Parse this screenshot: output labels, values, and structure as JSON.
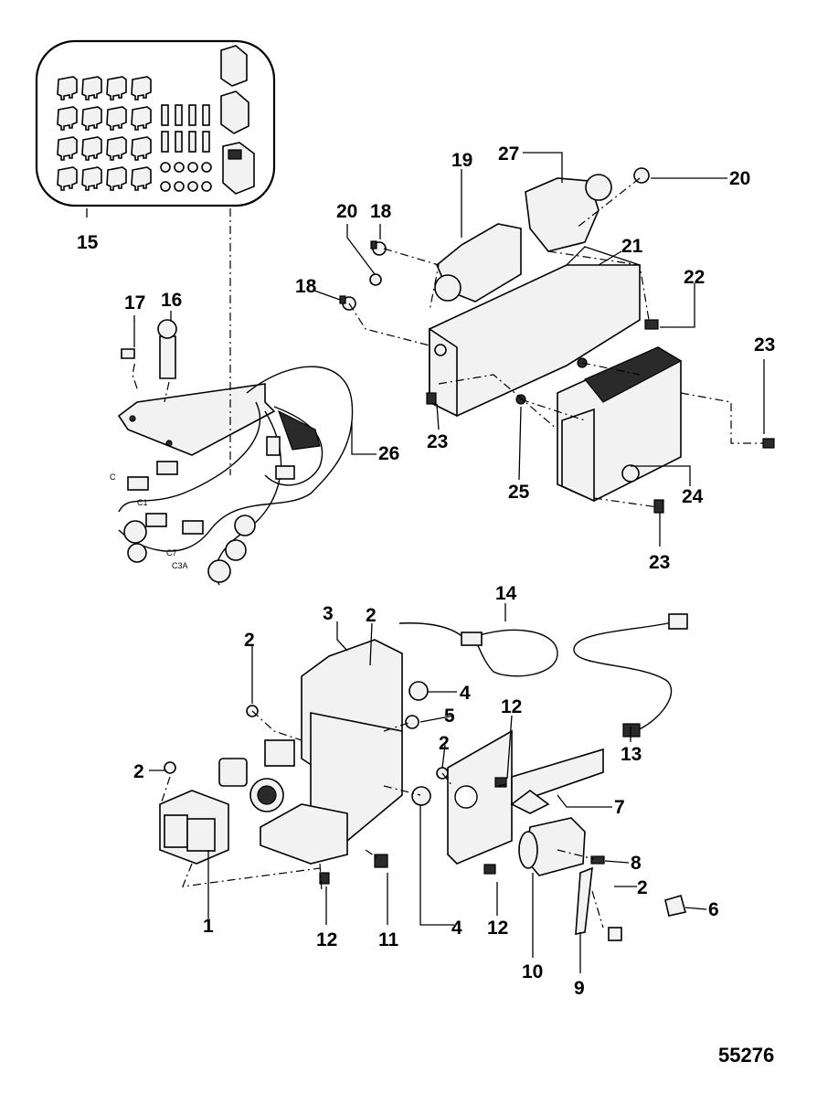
{
  "figure_number": "55276",
  "callouts": [
    {
      "id": "c1",
      "text": "1"
    },
    {
      "id": "c2a",
      "text": "2"
    },
    {
      "id": "c2b",
      "text": "2"
    },
    {
      "id": "c2c",
      "text": "2"
    },
    {
      "id": "c2d",
      "text": "2"
    },
    {
      "id": "c2e",
      "text": "2"
    },
    {
      "id": "c3",
      "text": "3"
    },
    {
      "id": "c4a",
      "text": "4"
    },
    {
      "id": "c4b",
      "text": "4"
    },
    {
      "id": "c5",
      "text": "5"
    },
    {
      "id": "c6",
      "text": "6"
    },
    {
      "id": "c7",
      "text": "7"
    },
    {
      "id": "c8",
      "text": "8"
    },
    {
      "id": "c9",
      "text": "9"
    },
    {
      "id": "c10",
      "text": "10"
    },
    {
      "id": "c11",
      "text": "11"
    },
    {
      "id": "c12a",
      "text": "12"
    },
    {
      "id": "c12b",
      "text": "12"
    },
    {
      "id": "c12c",
      "text": "12"
    },
    {
      "id": "c13",
      "text": "13"
    },
    {
      "id": "c14",
      "text": "14"
    },
    {
      "id": "c15",
      "text": "15"
    },
    {
      "id": "c16",
      "text": "16"
    },
    {
      "id": "c17",
      "text": "17"
    },
    {
      "id": "c18a",
      "text": "18"
    },
    {
      "id": "c18b",
      "text": "18"
    },
    {
      "id": "c19",
      "text": "19"
    },
    {
      "id": "c20a",
      "text": "20"
    },
    {
      "id": "c20b",
      "text": "20"
    },
    {
      "id": "c21",
      "text": "21"
    },
    {
      "id": "c22",
      "text": "22"
    },
    {
      "id": "c23a",
      "text": "23"
    },
    {
      "id": "c23b",
      "text": "23"
    },
    {
      "id": "c23c",
      "text": "23"
    },
    {
      "id": "c24",
      "text": "24"
    },
    {
      "id": "c25",
      "text": "25"
    },
    {
      "id": "c26",
      "text": "26"
    },
    {
      "id": "c27",
      "text": "27"
    }
  ],
  "harness_labels": [
    "C",
    "C1",
    "C7",
    "C3A"
  ]
}
